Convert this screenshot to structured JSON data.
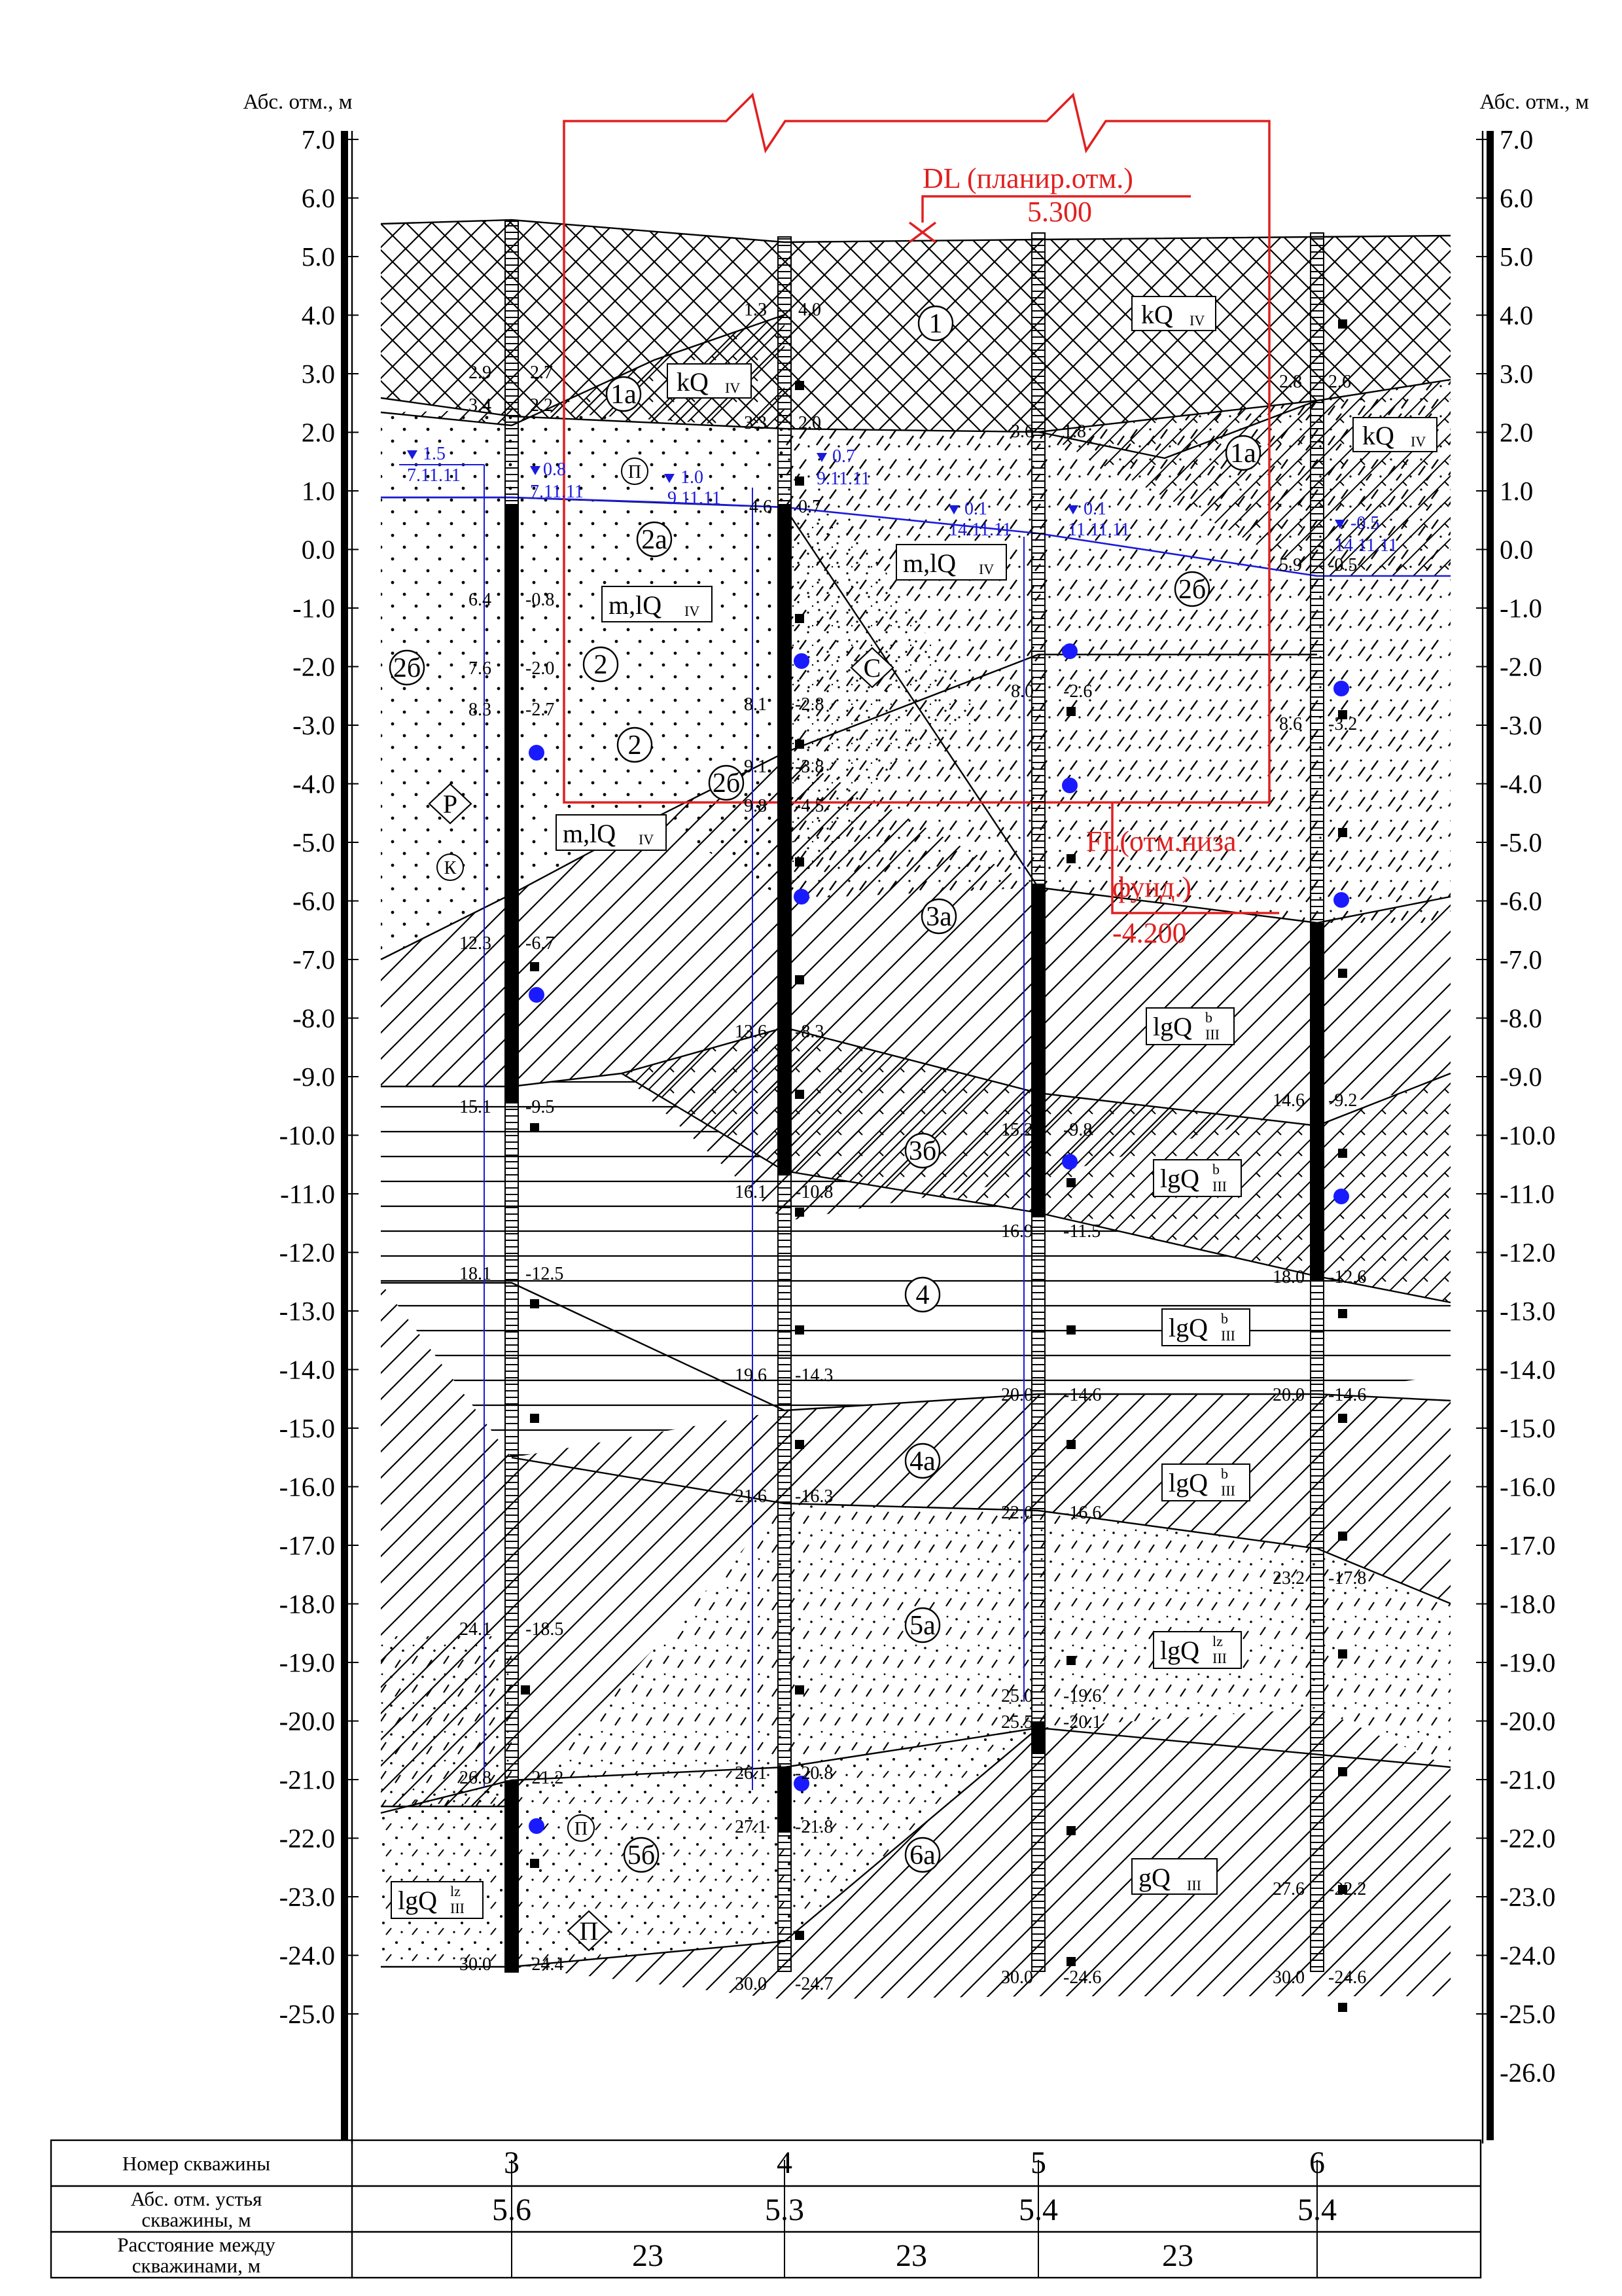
{
  "header": {
    "left_axis_title": "Абс. отм., м",
    "right_axis_title": "Абс. отм., м"
  },
  "axis": {
    "top": 7.0,
    "bottom": -26.0,
    "ticks": [
      "7.0",
      "6.0",
      "5.0",
      "4.0",
      "3.0",
      "2.0",
      "1.0",
      "0.0",
      "-1.0",
      "-2.0",
      "-3.0",
      "-4.0",
      "-5.0",
      "-6.0",
      "-7.0",
      "-8.0",
      "-9.0",
      "-10.0",
      "-11.0",
      "-12.0",
      "-13.0",
      "-14.0",
      "-15.0",
      "-16.0",
      "-17.0",
      "-18.0",
      "-19.0",
      "-20.0",
      "-21.0",
      "-22.0",
      "-23.0",
      "-24.0",
      "-25.0"
    ],
    "right_extra_tick": "-26.0"
  },
  "design_marks": {
    "dl_label": "DL (планир.отм.)",
    "dl_value": "5.300",
    "fl_label_1": "FL(отм.низа",
    "fl_label_2": "фунд.)",
    "fl_value": "-4.200",
    "color": "#e02020"
  },
  "boreholes": [
    {
      "id": "3",
      "wellhead": "5.6",
      "bottom_depth": "30.0",
      "bottom_elev": "-24.4",
      "contacts": [
        [
          "2.9",
          "2.7"
        ],
        [
          "3.4",
          "2.2"
        ],
        [
          "6.4",
          "-0.8"
        ],
        [
          "7.6",
          "-2.0"
        ],
        [
          "8.3",
          "-2.7"
        ],
        [
          "12.3",
          "-6.7"
        ],
        [
          "15.1",
          "-9.5"
        ],
        [
          "18.1",
          "-12.5"
        ],
        [
          "24.1",
          "-18.5"
        ],
        [
          "26.8",
          "-21.2"
        ]
      ]
    },
    {
      "id": "4",
      "wellhead": "5.3",
      "bottom_depth": "30.0",
      "bottom_elev": "-24.7",
      "contacts": [
        [
          "1.3",
          "4.0"
        ],
        [
          "3.3",
          "2.0"
        ],
        [
          "4.6",
          "0.7"
        ],
        [
          "8.1",
          "-2.8"
        ],
        [
          "9.1",
          "-3.8"
        ],
        [
          "9.8",
          "-4.5"
        ],
        [
          "13.6",
          "-8.3"
        ],
        [
          "16.1",
          "-10.8"
        ],
        [
          "19.6",
          "-14.3"
        ],
        [
          "21.6",
          "-16.3"
        ],
        [
          "26.1",
          "-20.8"
        ],
        [
          "27.1",
          "-21.8"
        ]
      ]
    },
    {
      "id": "5",
      "wellhead": "5.4",
      "bottom_depth": "30.0",
      "bottom_elev": "-24.6",
      "contacts": [
        [
          "3.6",
          "1.8"
        ],
        [
          "8.0",
          "-2.6"
        ],
        [
          "15.2",
          "-9.8"
        ],
        [
          "16.9",
          "-11.5"
        ],
        [
          "20.0",
          "-14.6"
        ],
        [
          "22.0",
          "-16.6"
        ],
        [
          "25.0",
          "-19.6"
        ],
        [
          "25.5",
          "-20.1"
        ]
      ]
    },
    {
      "id": "6",
      "wellhead": "5.4",
      "bottom_depth": "30.0",
      "bottom_elev": "-24.6",
      "contacts": [
        [
          "2.8",
          "2.6"
        ],
        [
          "5.9",
          "-0.5"
        ],
        [
          "8.6",
          "-3.2"
        ],
        [
          "14.6",
          "-9.2"
        ],
        [
          "18.0",
          "-12.6"
        ],
        [
          "20.0",
          "-14.6"
        ],
        [
          "23.2",
          "-17.8"
        ],
        [
          "27.6",
          "-22.2"
        ]
      ]
    }
  ],
  "water_levels": [
    {
      "value": "1.5",
      "date": "7.11.11"
    },
    {
      "value": "0.8",
      "date": "7.11.11"
    },
    {
      "value": "1.0",
      "date": "9.11.11"
    },
    {
      "value": "0.7",
      "date": "9.11.11"
    },
    {
      "value": "0.1",
      "date": "14.11.11"
    },
    {
      "value": "0.1",
      "date": "11.11.11"
    },
    {
      "value": "-0.5",
      "date": "14.11.11"
    }
  ],
  "layer_labels": [
    "1",
    "1а",
    "1а",
    "2а",
    "2б",
    "2б",
    "2",
    "2",
    "2б",
    "3а",
    "3б",
    "4",
    "4а",
    "5а",
    "5б",
    "6а"
  ],
  "geo_indices": [
    {
      "main": "kQ",
      "sub": "IV"
    },
    {
      "main": "kQ",
      "sub": "IV"
    },
    {
      "main": "kQ",
      "sub": "IV"
    },
    {
      "main": "m,lQ",
      "sub": "IV"
    },
    {
      "main": "m,lQ",
      "sub": "IV"
    },
    {
      "main": "m,lQ",
      "sub": "IV"
    },
    {
      "main": "lgQ",
      "sub": "III",
      "sup": "b"
    },
    {
      "main": "lgQ",
      "sub": "III",
      "sup": "b"
    },
    {
      "main": "lgQ",
      "sub": "III",
      "sup": "b"
    },
    {
      "main": "lgQ",
      "sub": "III",
      "sup": "b"
    },
    {
      "main": "lgQ",
      "sub": "III",
      "sup": "lz"
    },
    {
      "main": "lgQ",
      "sub": "III",
      "sup": "lz"
    },
    {
      "main": "gQ",
      "sub": "III"
    }
  ],
  "symbols": {
    "circle_marks": [
      "П",
      "К",
      "П"
    ],
    "diamond_marks": [
      "С",
      "Р",
      "П"
    ]
  },
  "table": {
    "row1_label": "Номер скважины",
    "row2_label_1": "Абс. отм. устья",
    "row2_label_2": "скважины, м",
    "row3_label_1": "Расстояние между",
    "row3_label_2": "скважинами, м",
    "distances": [
      "23",
      "23",
      "23"
    ]
  },
  "colors": {
    "water": "#1a1adc",
    "design": "#e02020",
    "sample_dot": "#1a1aff"
  }
}
